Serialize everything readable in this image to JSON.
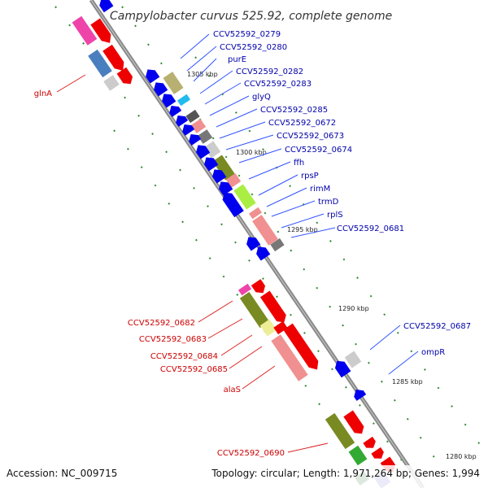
{
  "title": "Campylobacter curvus 525.92, complete genome",
  "footer": {
    "accession": "Accession: NC_009715",
    "summary": "Topology: circular; Length: 1,971,264 bp; Genes: 1,994"
  },
  "colors": {
    "backbone": "#8a8a8a",
    "forward_label": "#cc0000",
    "reverse_label": "#0000aa",
    "tick": "#2e8b2e",
    "leader": "#3355ff",
    "leader_red": "#dd2222"
  },
  "kbp_marks": [
    "1305 kbp",
    "1300 kbp",
    "1295 kbp",
    "1290 kbp",
    "1285 kbp",
    "1280 kbp"
  ],
  "reverse_labels": [
    "CCV52592_0279",
    "CCV52592_0280",
    "purE",
    "CCV52592_0282",
    "CCV52592_0283",
    "glyQ",
    "CCV52592_0285",
    "CCV52592_0672",
    "CCV52592_0673",
    "CCV52592_0674",
    "ffh",
    "rpsP",
    "rimM",
    "trmD",
    "rplS",
    "CCV52592_0681",
    "CCV52592_0687",
    "ompR"
  ],
  "forward_labels": [
    "glnA",
    "CCV52592_0682",
    "CCV52592_0683",
    "CCV52592_0684",
    "CCV52592_0685",
    "alaS",
    "CCV52592_0690"
  ]
}
